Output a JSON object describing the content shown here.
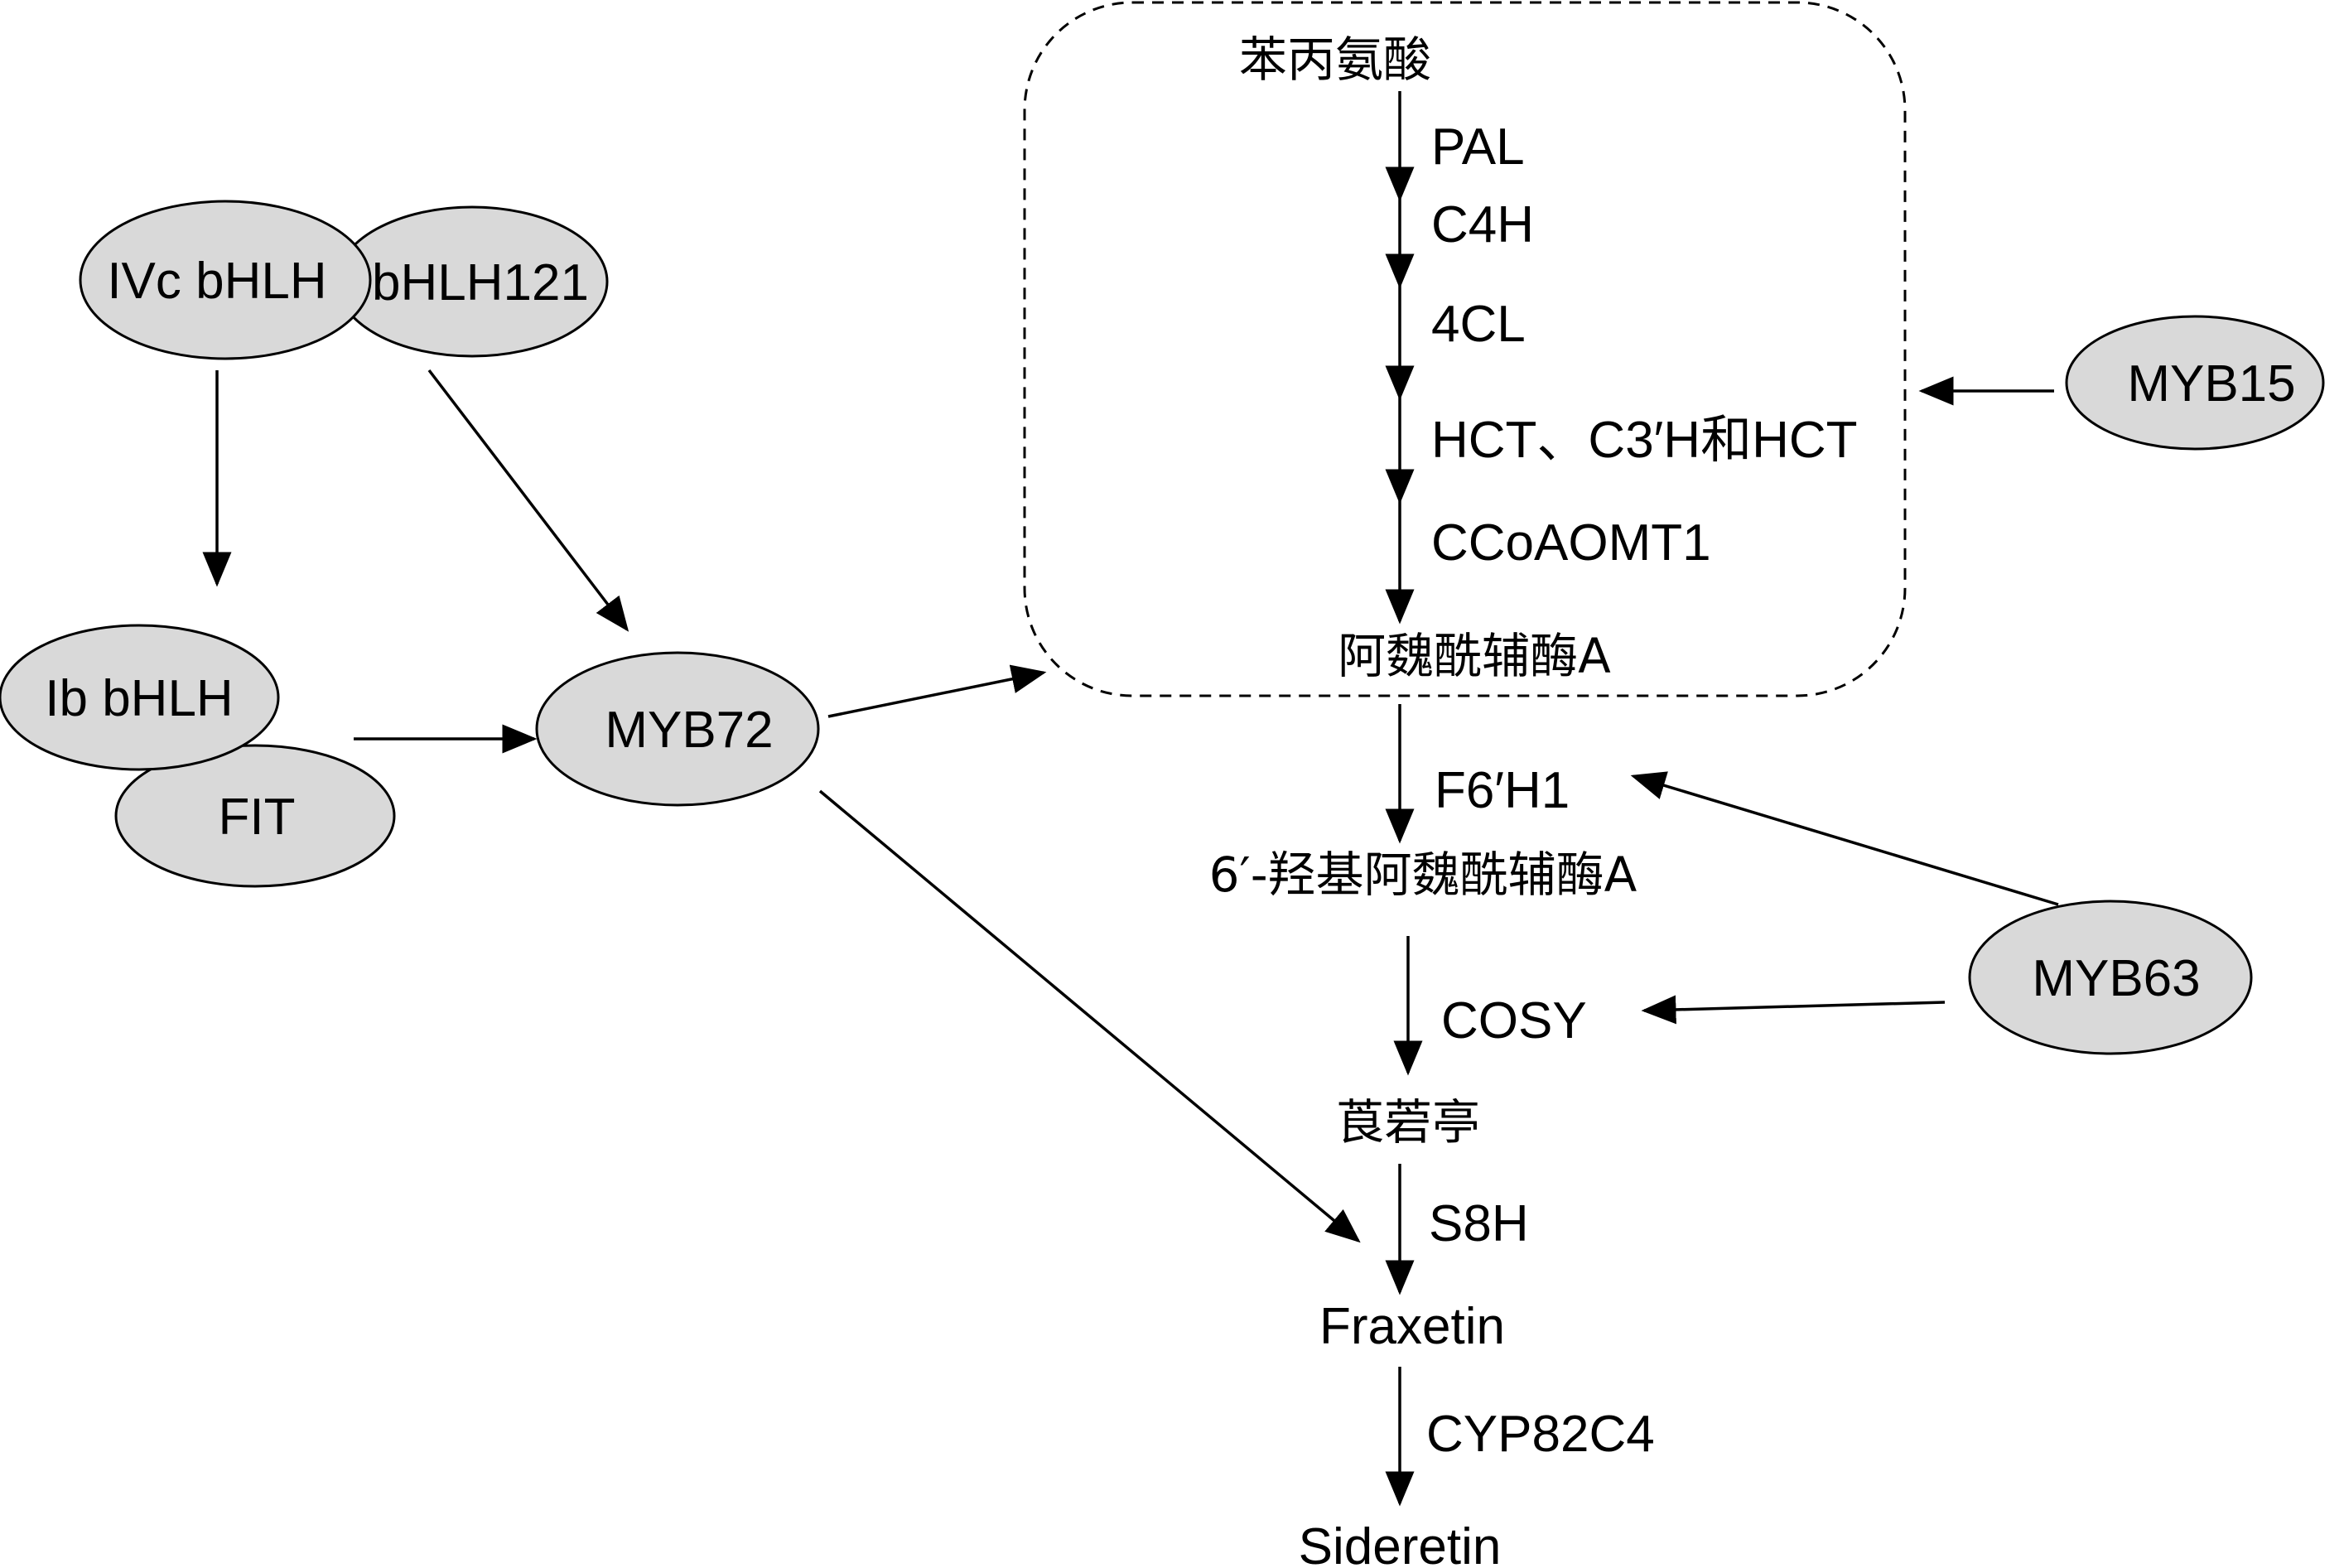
{
  "regulators": {
    "ivc_bhlh": "IVc bHLH",
    "bhlh121": "bHLH121",
    "ib_bhlh": "Ib bHLH",
    "fit": "FIT",
    "myb72": "MYB72",
    "myb15": "MYB15",
    "myb63": "MYB63"
  },
  "metabolites": {
    "phenylalanine": "苯丙氨酸",
    "feruloyl_coa": "阿魏酰辅酶A",
    "hydroxy_feruloyl_coa": "6′-羟基阿魏酰辅酶A",
    "scopoletin": "莨菪亭",
    "fraxetin": "Fraxetin",
    "sideretin": "Sideretin"
  },
  "enzymes": {
    "pal": "PAL",
    "c4h": "C4H",
    "4cl": "4CL",
    "hct": "HCT、C3′H和HCT",
    "ccoaomt1": "CCoAOMT1",
    "f6h1": "F6′H1",
    "cosy": "COSY",
    "s8h": "S8H",
    "cyp82c4": "CYP82C4"
  },
  "colors": {
    "node_fill": "#d9d9d9",
    "stroke": "#000000",
    "background": "#ffffff"
  }
}
